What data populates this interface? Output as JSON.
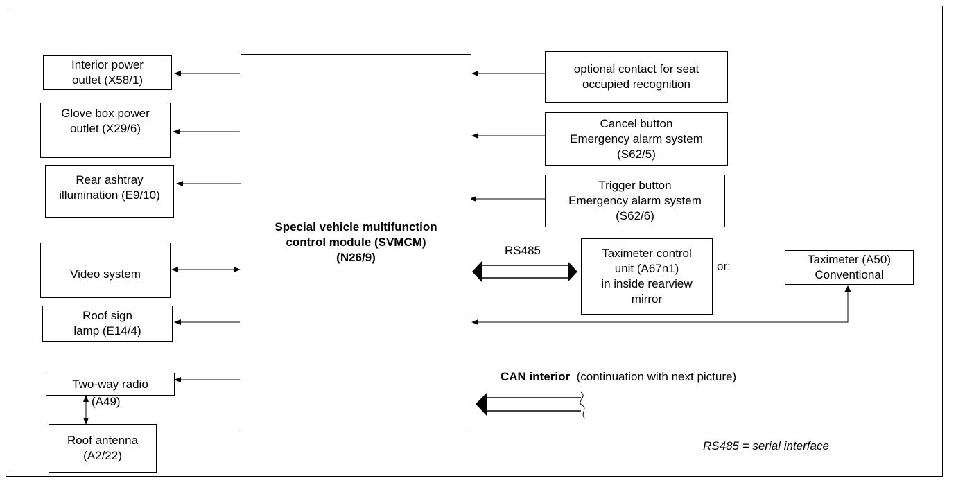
{
  "left": {
    "interior_power": "Interior power\noutlet (X58/1)",
    "glove_box": "Glove box power\noutlet (X29/6)",
    "rear_ashtray": "Rear ashtray\nillumination (E9/10)",
    "video": "Video system",
    "roof_sign": "Roof sign\nlamp (E14/4)",
    "two_way_radio": "Two-way radio",
    "radio_code": "(A49)",
    "roof_antenna": "Roof antenna\n(A2/22)"
  },
  "module": {
    "name": "Special vehicle multifunction\ncontrol module (SVMCM)\n(N26/9)"
  },
  "right": {
    "seat_contact": "optional contact for seat\noccupied recognition",
    "cancel_button": "Cancel button\nEmergency alarm system\n(S62/5)",
    "trigger_button": "Trigger button\nEmergency alarm system\n(S62/6)",
    "rs485_label": "RS485",
    "taximeter_control": "Taximeter control\nunit (A67n1)\nin inside rearview\nmirror",
    "or_label": "or:",
    "taximeter_conv": "Taximeter (A50)\nConventional"
  },
  "bus": {
    "can_label": "CAN interior",
    "can_note": "(continuation with next picture)"
  },
  "footnote": "RS485 = serial interface"
}
